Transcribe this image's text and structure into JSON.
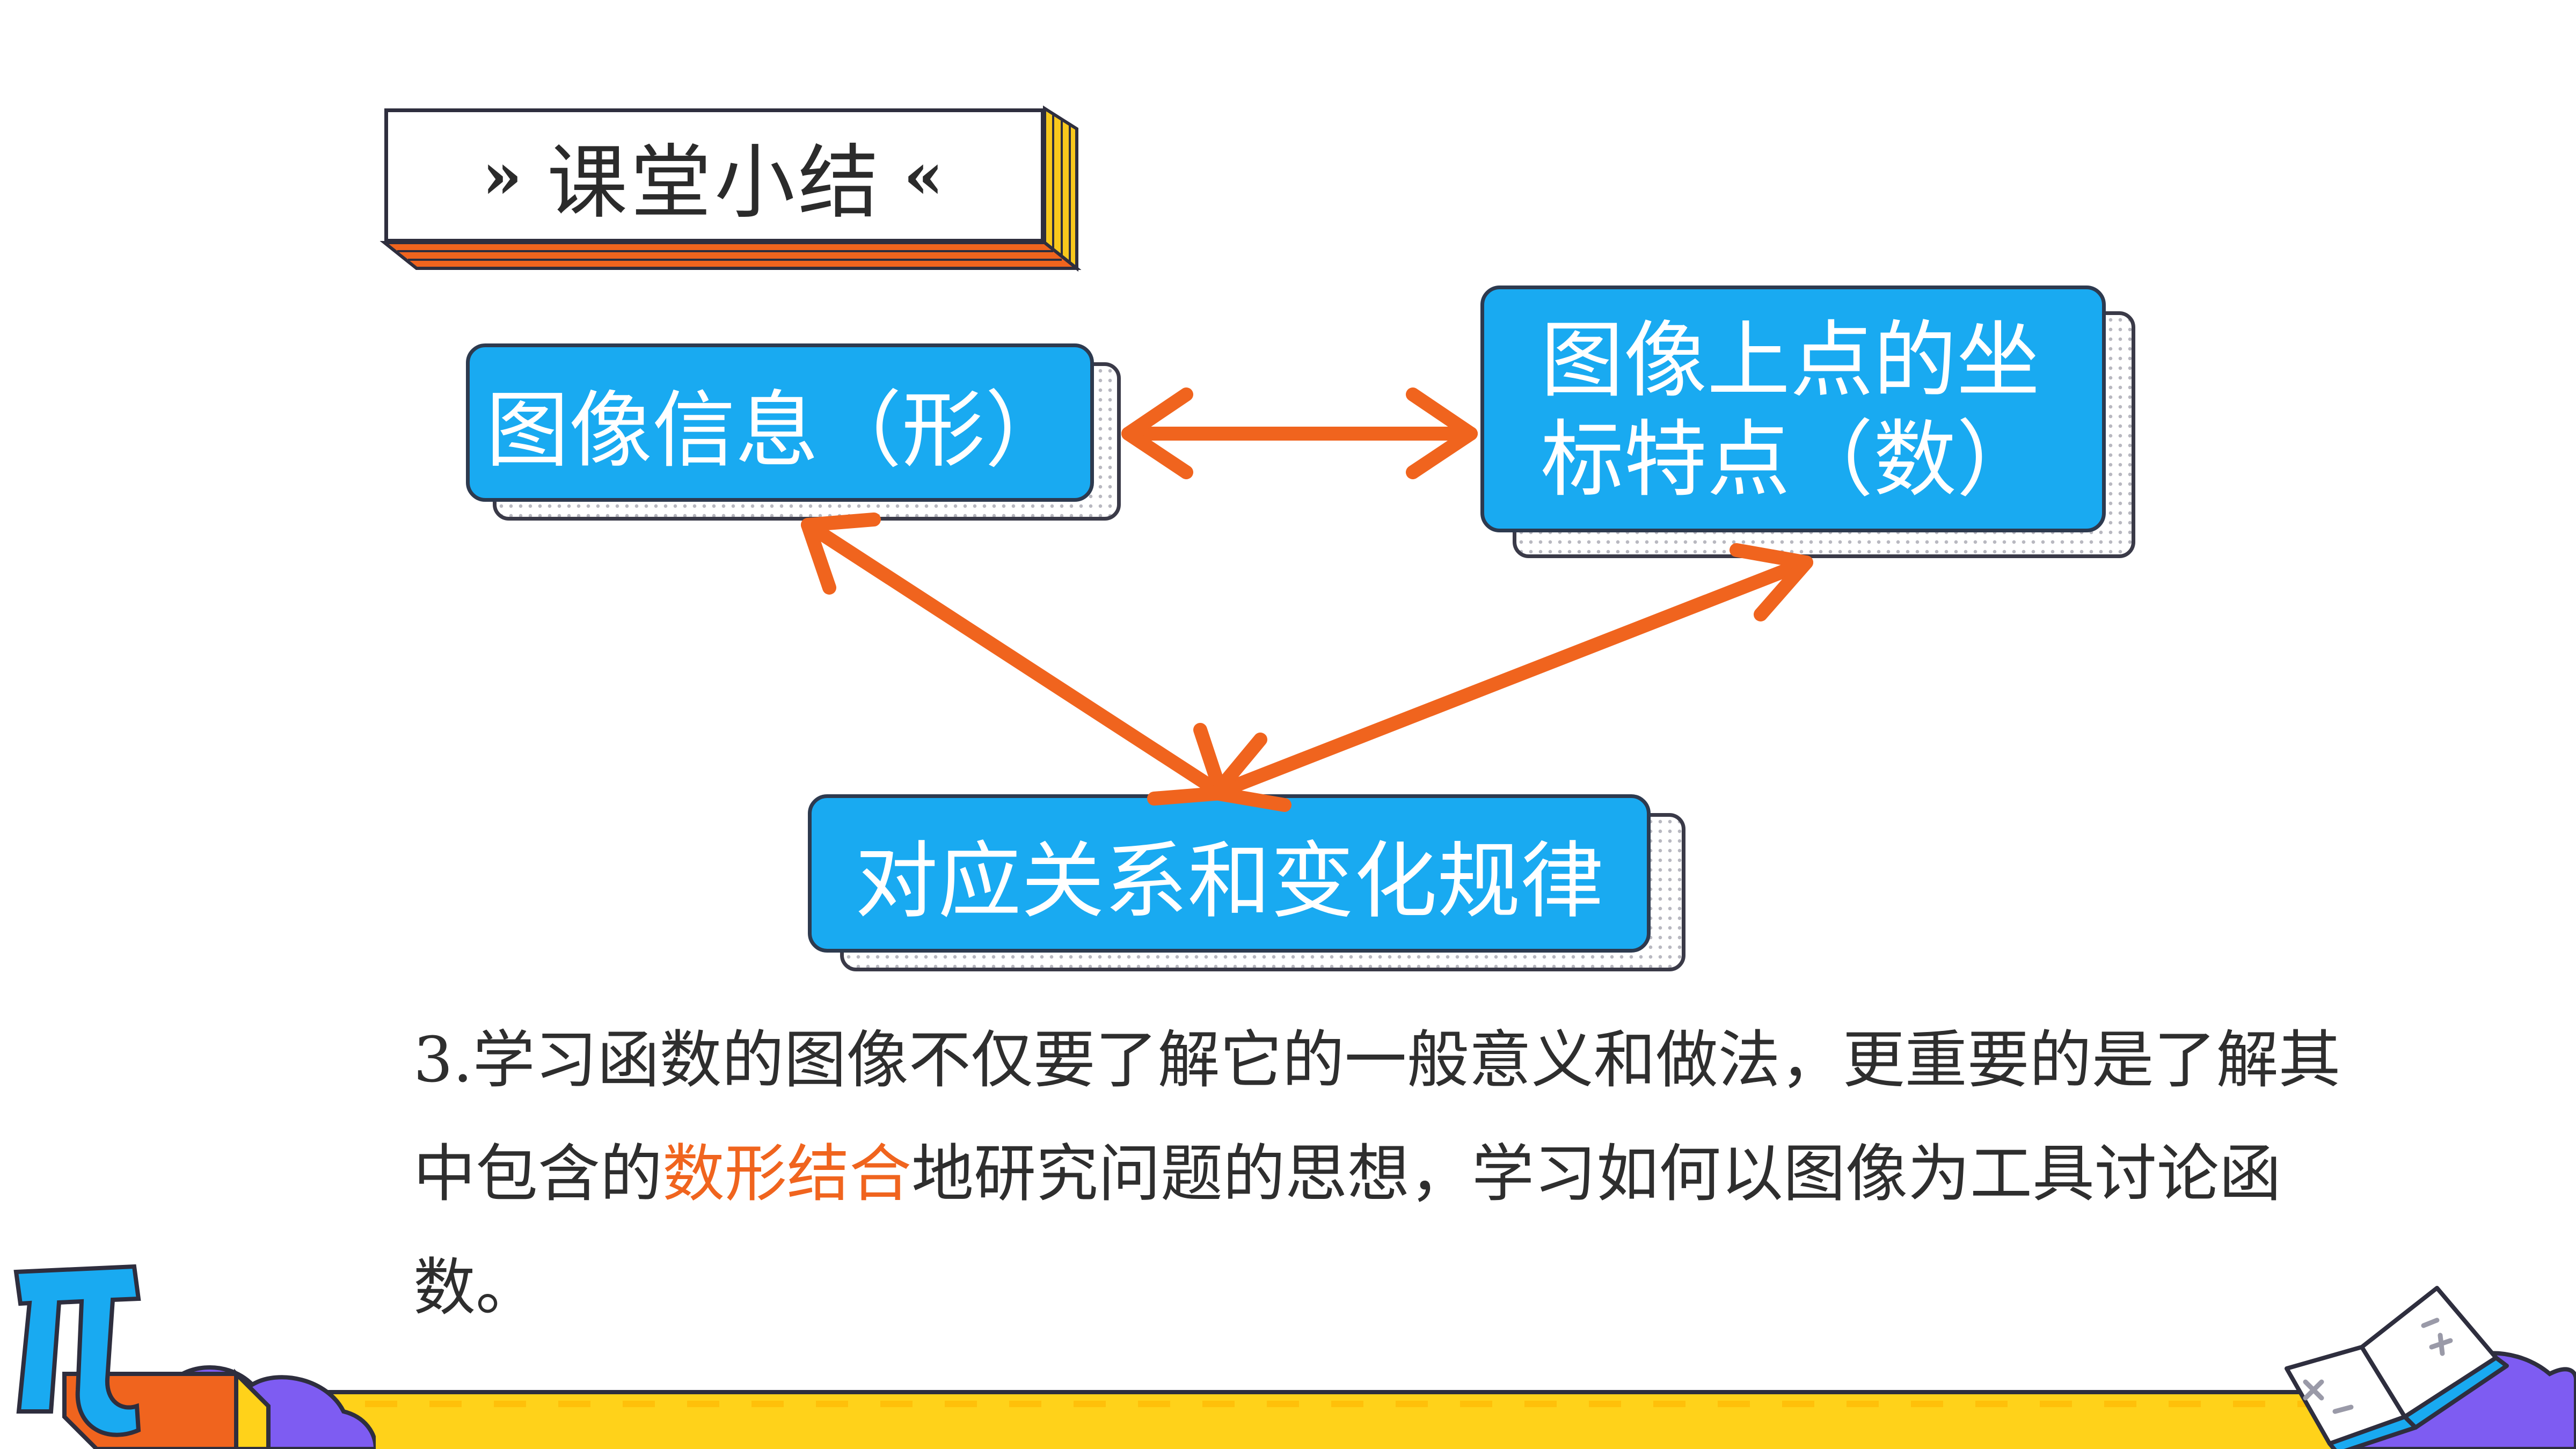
{
  "title": {
    "text": "课堂小结",
    "left_marker": "»",
    "right_marker": "«"
  },
  "diagram": {
    "nodes": {
      "graph_info": "图像信息（形）",
      "point_coords": "图像上点的坐\n标特点（数）",
      "relation_rule": "对应关系和变化规律"
    }
  },
  "summary": {
    "prefix": "3.学习函数的图像不仅要了解它的一般意义和做法，更重要的是了解其中包含的",
    "highlight": "数形结合",
    "suffix": "地研究问题的思想，学习如何以图像为工具讨论函数。"
  },
  "colors": {
    "box_fill": "#19aaf1",
    "arrow": "#f0641e",
    "highlight": "#f0641e",
    "footer_yellow": "#ffd21a",
    "deco_purple": "#7e5cf2",
    "title_side_yellow": "#f8c81c",
    "title_side_orange": "#f0641e"
  },
  "icons": {
    "left_decoration": "pi-symbol-icon",
    "right_decoration": "math-book-icon"
  }
}
